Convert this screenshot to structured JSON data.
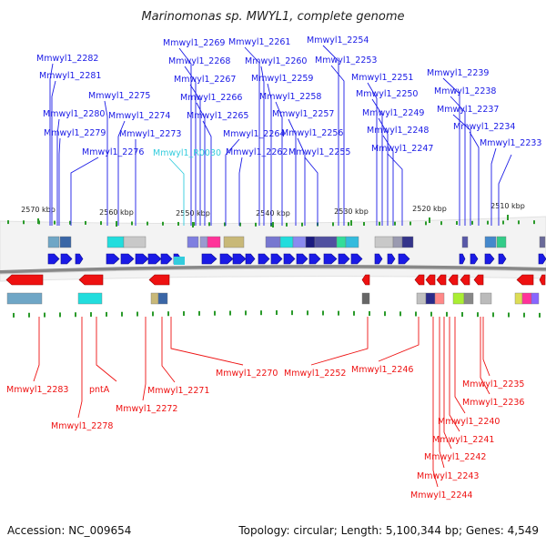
{
  "title": "Marinomonas sp. MWYL1, complete genome",
  "footer": {
    "accession": "Accession: NC_009654",
    "topology": "Topology: circular; Length: 5,100,344 bp; Genes: 4,549"
  },
  "colors": {
    "forward": "#1a1ae6",
    "reverse": "#ee1111",
    "rna": "#33ccdd",
    "backbone": "#888888",
    "tick": "#2a9a2a"
  },
  "scale_ticks": [
    "2570 kbp",
    "2560 kbp",
    "2550 kbp",
    "2540 kbp",
    "2530 kbp",
    "2520 kbp",
    "2510 kbp"
  ],
  "forward_labels": [
    "Mmwyl1_2282",
    "Mmwyl1_2281",
    "Mmwyl1_2280",
    "Mmwyl1_2279",
    "Mmwyl1_2276",
    "Mmwyl1_2275",
    "Mmwyl1_2274",
    "Mmwyl1_2273",
    "Mmwyl1_R0030",
    "Mmwyl1_2269",
    "Mmwyl1_2268",
    "Mmwyl1_2267",
    "Mmwyl1_2266",
    "Mmwyl1_2265",
    "Mmwyl1_2264",
    "Mmwyl1_2261",
    "Mmwyl1_2260",
    "Mmwyl1_2259",
    "Mmwyl1_2258",
    "Mmwyl1_2257",
    "Mmwyl1_2256",
    "Mmwyl1_2262",
    "Mmwyl1_2255",
    "Mmwyl1_2254",
    "Mmwyl1_2253",
    "Mmwyl1_2251",
    "Mmwyl1_2250",
    "Mmwyl1_2249",
    "Mmwyl1_2248",
    "Mmwyl1_2247",
    "Mmwyl1_2239",
    "Mmwyl1_2238",
    "Mmwyl1_2237",
    "Mmwyl1_2234",
    "Mmwyl1_2233"
  ],
  "reverse_labels": [
    "Mmwyl1_2283",
    "pntA",
    "Mmwyl1_2278",
    "Mmwyl1_2272",
    "Mmwyl1_2271",
    "Mmwyl1_2270",
    "Mmwyl1_2252",
    "Mmwyl1_2246",
    "Mmwyl1_2235",
    "Mmwyl1_2236",
    "Mmwyl1_2240",
    "Mmwyl1_2241",
    "Mmwyl1_2242",
    "Mmwyl1_2243",
    "Mmwyl1_2244"
  ]
}
